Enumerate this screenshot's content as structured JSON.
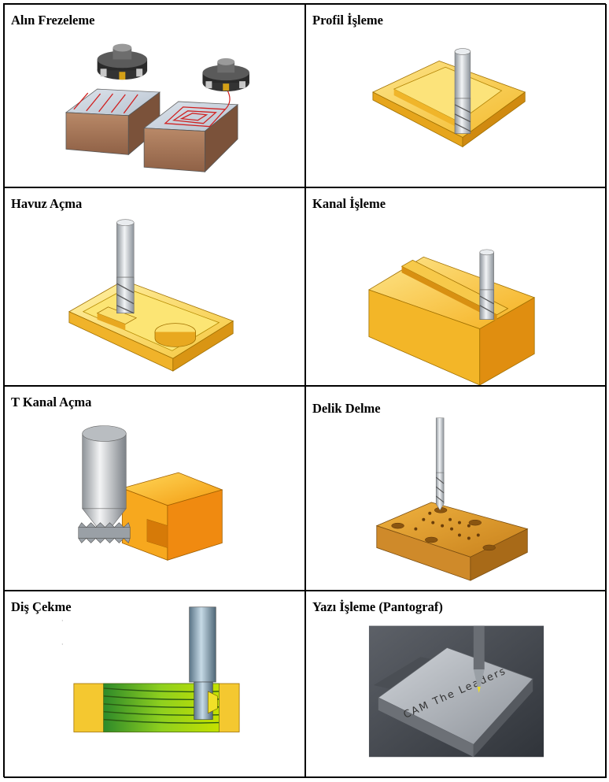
{
  "operations": [
    {
      "title": "Alın Frezeleme"
    },
    {
      "title": "Profil İşleme"
    },
    {
      "title": "Havuz Açma"
    },
    {
      "title": "Kanal İşleme"
    },
    {
      "title": "T Kanal Açma"
    },
    {
      "title": "Delik Delme"
    },
    {
      "title": "Diş Çekme"
    },
    {
      "title": "Yazı İşleme (Pantograf)",
      "engraving_text": "CAM The Leaders"
    }
  ]
}
